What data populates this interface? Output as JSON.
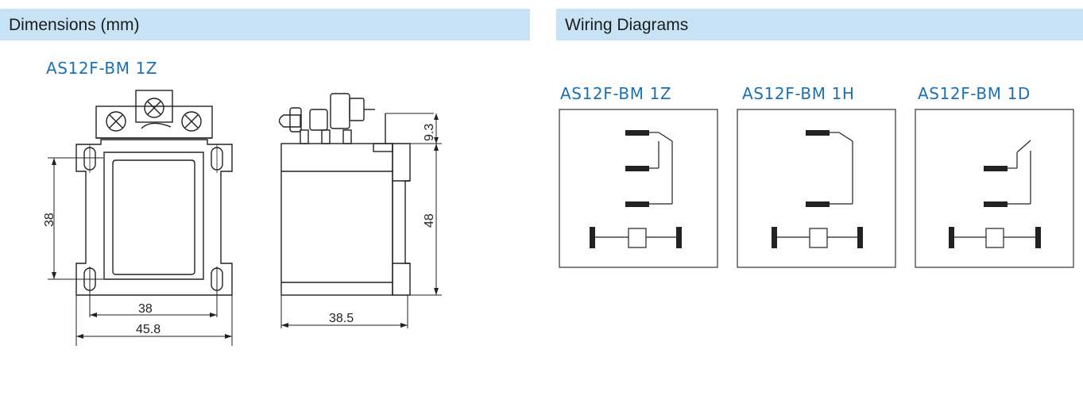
{
  "dimensions": {
    "title": "Dimensions (mm)",
    "model": "AS12F-BM 1Z",
    "front_width_inner": "38",
    "front_width_outer": "45.8",
    "front_height": "38",
    "side_depth": "38.5",
    "side_height": "48",
    "top_height": "9.3"
  },
  "wiring": {
    "title": "Wiring Diagrams",
    "diagrams": [
      {
        "model": "AS12F-BM 1Z"
      },
      {
        "model": "AS12F-BM 1H"
      },
      {
        "model": "AS12F-BM 1D"
      }
    ]
  },
  "colors": {
    "header_bg": "#c8e3f6",
    "model_text": "#1a71b5",
    "line": "#222222"
  }
}
